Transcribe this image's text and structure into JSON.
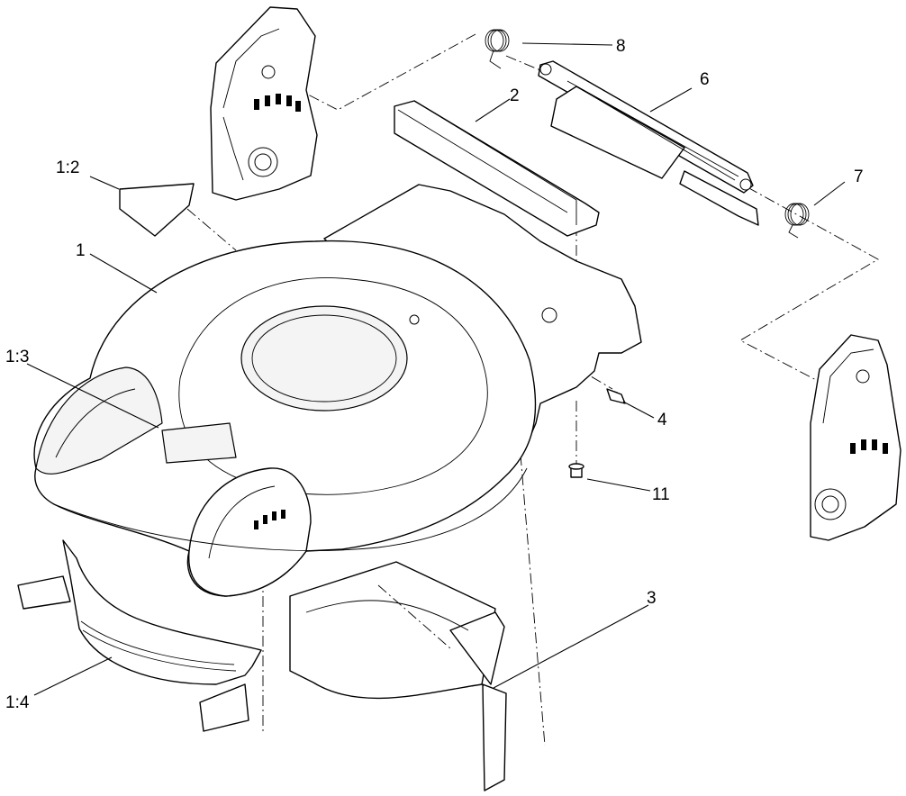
{
  "callouts": {
    "c1": "1",
    "c1_2": "1:2",
    "c1_3": "1:3",
    "c1_4": "1:4",
    "c2": "2",
    "c3": "3",
    "c4": "4",
    "c6": "6",
    "c7": "7",
    "c8": "8",
    "c11": "11"
  }
}
